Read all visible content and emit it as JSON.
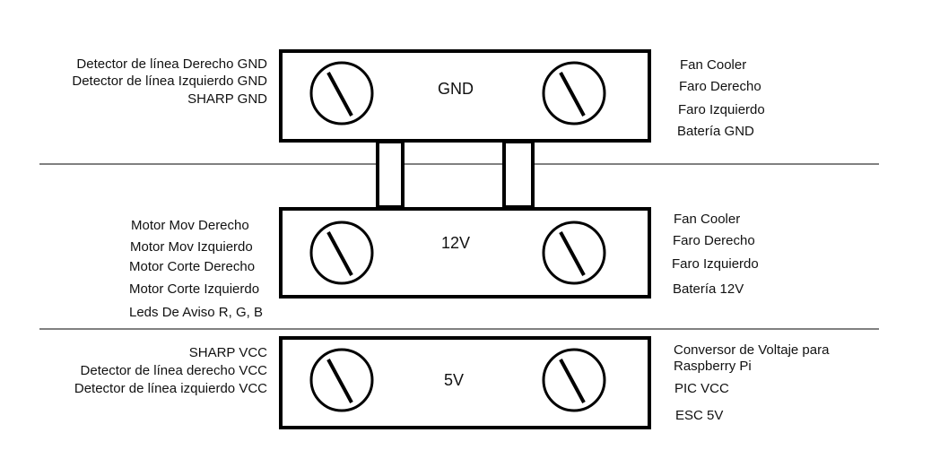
{
  "bars": [
    {
      "title": "GND",
      "left_labels": [
        "Detector de línea Derecho GND",
        "Detector de línea Izquierdo GND",
        "SHARP GND"
      ],
      "right_labels": [
        "Fan Cooler",
        "Faro Derecho",
        "Faro Izquierdo",
        "Batería GND"
      ]
    },
    {
      "title": "12V",
      "left_labels": [
        "Motor Mov Derecho",
        "Motor Mov Izquierdo",
        "Motor Corte Derecho",
        "Motor Corte Izquierdo",
        "Leds De Aviso R, G, B"
      ],
      "right_labels": [
        "Fan Cooler",
        "Faro Derecho",
        "Faro Izquierdo",
        "Batería 12V"
      ]
    },
    {
      "title": "5V",
      "left_labels": [
        "SHARP VCC",
        "Detector de línea derecho VCC",
        "Detector de línea izquierdo VCC"
      ],
      "right_labels": [
        "Conversor de Voltaje para",
        "Raspberry Pi",
        "PIC VCC",
        "ESC 5V"
      ]
    }
  ]
}
